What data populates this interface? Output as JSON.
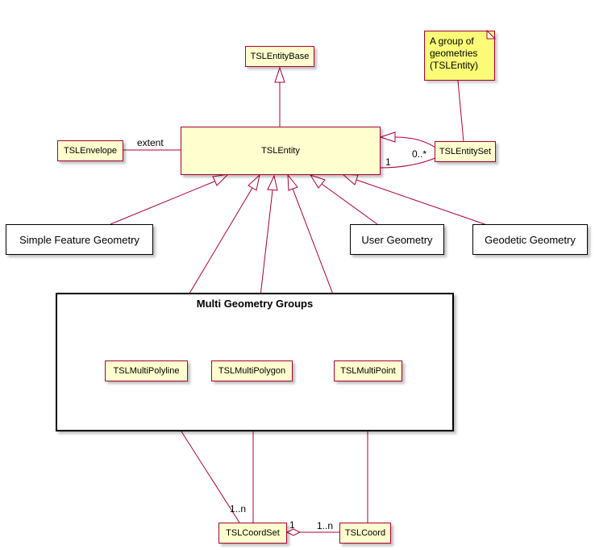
{
  "classes": {
    "base": "TSLEntityBase",
    "entity": "TSLEntity",
    "envelope": "TSLEnvelope",
    "entity_set": "TSLEntitySet",
    "multi_polyline": "TSLMultiPolyline",
    "multi_polygon": "TSLMultiPolygon",
    "multi_point": "TSLMultiPoint",
    "coord_set": "TSLCoordSet",
    "coord": "TSLCoord"
  },
  "packages": {
    "simple_feature": "Simple Feature Geometry",
    "user_geometry": "User Geometry",
    "geodetic": "Geodetic Geometry"
  },
  "group": {
    "title": "Multi Geometry Groups"
  },
  "note": {
    "lines": [
      "A group of",
      "geometries",
      "(TSLEntity)"
    ]
  },
  "labels": {
    "extent": "extent",
    "set_mult_entity": "1",
    "set_mult_set": "0..*",
    "polyline_coordset_mult": "1..n",
    "coordset_one": "1",
    "coordset_coord_mult": "1..n"
  },
  "colors": {
    "class_fill": "#FEFECE",
    "class_border": "#A80036",
    "note_fill": "#FBFB77",
    "line": "#A80036"
  }
}
